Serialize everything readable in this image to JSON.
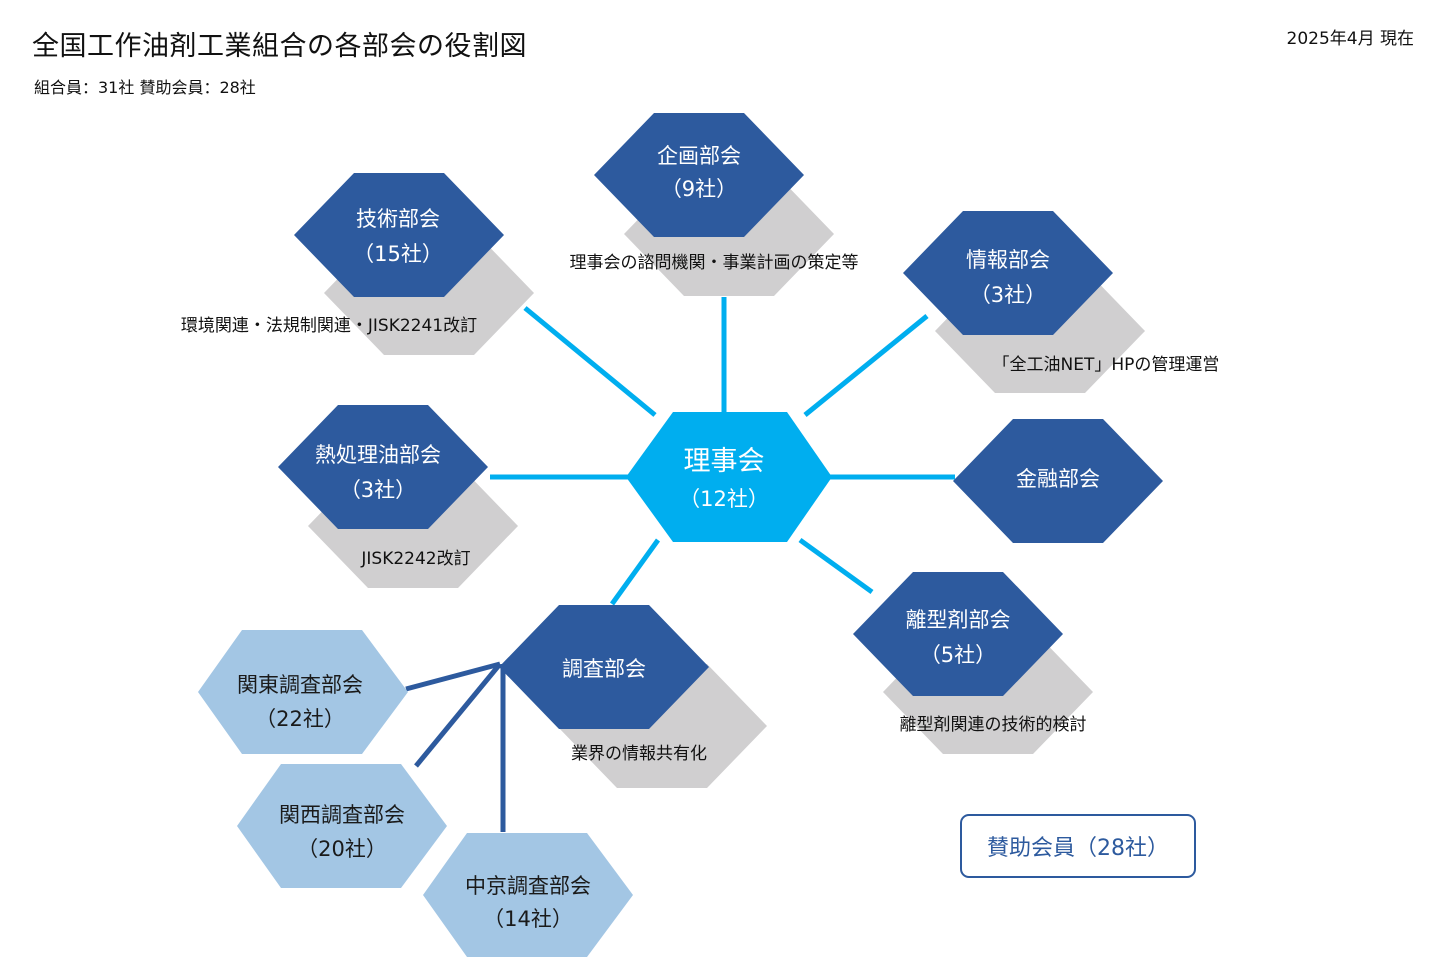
{
  "header": {
    "title": "全国工作油剤工業組合の各部会の役割図",
    "subtitle": "組合員：31社  賛助会員：28社",
    "date": "2025年4月 現在"
  },
  "center": {
    "name": "理事会",
    "count": "（12社）"
  },
  "committees": {
    "planning": {
      "name": "企画部会",
      "count": "（9社）",
      "desc": "理事会の諮問機関・事業計画の策定等"
    },
    "technical": {
      "name": "技術部会",
      "count": "（15社）",
      "desc": "環境関連・法規制関連・JISK2241改訂"
    },
    "info": {
      "name": "情報部会",
      "count": "（3社）",
      "desc": "「全工油NET」HPの管理運営"
    },
    "heat": {
      "name": "熱処理油部会",
      "count": "（3社）",
      "desc": "JISK2242改訂"
    },
    "finance": {
      "name": "金融部会"
    },
    "release": {
      "name": "離型剤部会",
      "count": "（5社）",
      "desc": "離型剤関連の技術的検討"
    },
    "survey": {
      "name": "調査部会",
      "desc": "業界の情報共有化"
    }
  },
  "subcommittees": {
    "kanto": {
      "name": "関東調査部会",
      "count": "（22社）"
    },
    "kansai": {
      "name": "関西調査部会",
      "count": "（20社）"
    },
    "chukyo": {
      "name": "中京調査部会",
      "count": "（14社）"
    }
  },
  "supporting": {
    "label": "賛助会員（28社）"
  },
  "colors": {
    "dark_blue": "#2d5a9e",
    "center_cyan": "#00aeef",
    "light_blue": "#a3c6e4",
    "shadow_gray": "#d0cfd0",
    "connector": "#00aeef",
    "sub_connector": "#2d5a9e"
  }
}
